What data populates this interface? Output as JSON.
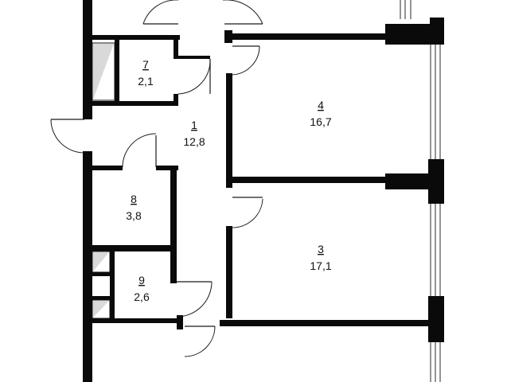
{
  "rooms": [
    {
      "id": "room-7",
      "number": "7",
      "area": "2,1"
    },
    {
      "id": "room-4",
      "number": "4",
      "area": "16,7"
    },
    {
      "id": "room-1",
      "number": "1",
      "area": "12,8"
    },
    {
      "id": "room-8",
      "number": "8",
      "area": "3,8"
    },
    {
      "id": "room-3",
      "number": "3",
      "area": "17,1"
    },
    {
      "id": "room-9",
      "number": "9",
      "area": "2,6"
    }
  ],
  "colors": {
    "wall": "#0a0a0a",
    "background": "#ffffff",
    "shaft": "#d9d9d9"
  }
}
